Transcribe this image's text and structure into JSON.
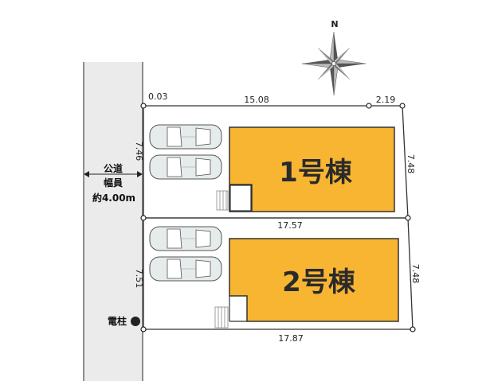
{
  "compass": {
    "north_label": "N"
  },
  "road": {
    "line1": "公道",
    "line2": "幅員",
    "line3": "約4.00m"
  },
  "utility_pole_label": "電柱",
  "lot1": {
    "building_label": "1号棟",
    "dims": {
      "top_left": "0.03",
      "top_mid": "15.08",
      "top_right": "2.19",
      "left": "7.46",
      "right": "7.48",
      "bottom": "17.57"
    }
  },
  "lot2": {
    "building_label": "2号棟",
    "dims": {
      "left": "7.51",
      "right": "7.48",
      "bottom": "17.87"
    }
  },
  "colors": {
    "building": "#F7B532",
    "road": "#EBEBEB",
    "car": "#E6EBEB",
    "line": "#333333"
  }
}
